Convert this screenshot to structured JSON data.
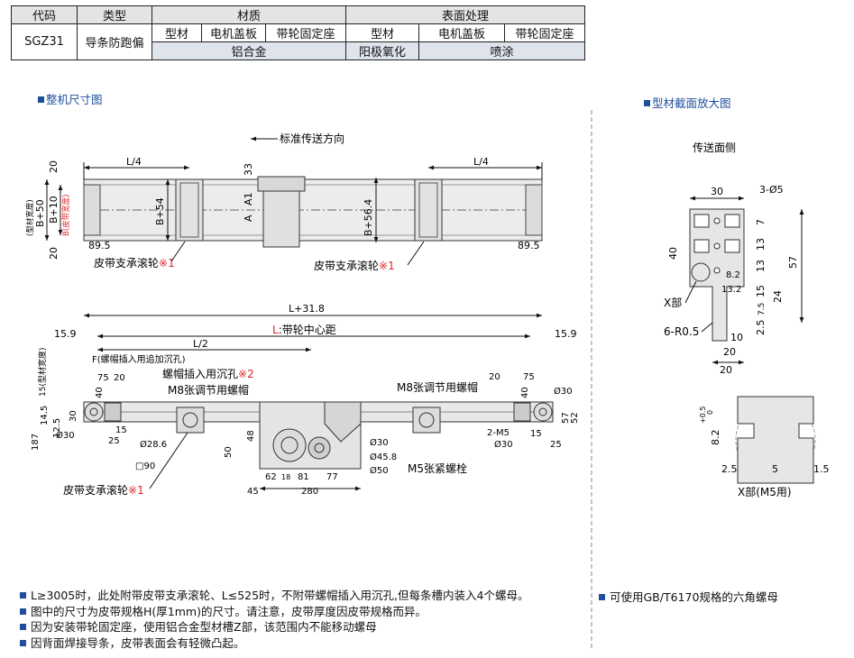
{
  "spec_table": {
    "headers": {
      "code": "代码",
      "type": "类型",
      "material": "材质",
      "surface": "表面处理"
    },
    "subheaders": {
      "profile": "型材",
      "motor_cover": "电机盖板",
      "pulley_seat": "带轮固定座",
      "profile_s": "型材",
      "motor_cover_s": "电机盖板",
      "pulley_seat_s": "带轮固定座"
    },
    "values": {
      "code": "SGZ31",
      "type": "导条防跑偏",
      "material": "铝合金",
      "profile_surface": "阳极氧化",
      "other_surface": "喷涂"
    }
  },
  "sections": {
    "overall": "整机尺寸图",
    "profile_section": "型材截面放大图"
  },
  "top_view": {
    "direction": "标准传送方向",
    "dims": [
      "20",
      "B+50",
      "B+10",
      "20",
      "L/4",
      "33",
      "A",
      "A1",
      "B+54",
      "B+56.4",
      "89.5",
      "89.5",
      "L/4"
    ],
    "side_labels": [
      "(型材宽度)",
      "B(皮带宽度)"
    ],
    "callout1": "皮带支承滚轮",
    "callout2": "皮带支承滚轮",
    "mark": "※1"
  },
  "front_view": {
    "overall": "L+31.8",
    "center": "L:带轮中心距",
    "center_L": "L",
    "center_rest": ":带轮中心距",
    "half": "L/2",
    "edge_left": "15.9",
    "edge_right": "15.9",
    "insert_hole": "F(螺帽插入用追加沉孔)",
    "nut_hole": "螺帽插入用沉孔",
    "nut_mark": "※2",
    "m8_left": "M8张调节用螺帽",
    "m8_right": "M8张调节用螺帽",
    "vert_label": "15(型材宽度)",
    "dims": [
      "75",
      "20",
      "40",
      "30",
      "14.5",
      "12.5",
      "187",
      "Ø30",
      "25",
      "15",
      "Ø28.6",
      "50",
      "48",
      "62",
      "18",
      "81",
      "77",
      "45",
      "280",
      "20",
      "75",
      "40",
      "Ø30",
      "57",
      "52",
      "2-M5",
      "Ø30",
      "15",
      "25",
      "Ø30",
      "Ø45.8",
      "Ø50",
      "90"
    ],
    "m5": "M5张紧螺栓",
    "callout": "皮带支承滚轮",
    "mark": "※1"
  },
  "section_view": {
    "feed_side": "传送面侧",
    "dims": [
      "30",
      "3-Ø5",
      "7",
      "13",
      "13",
      "40",
      "57",
      "8.2",
      "13.2",
      "15",
      "24",
      "7.5",
      "2.5",
      "10",
      "20",
      "20"
    ],
    "x_part": "X部",
    "radius": "6-R0.5"
  },
  "detail_view": {
    "dims": [
      "8.2",
      "+0.5",
      "0",
      "2.5",
      "5",
      "1.5"
    ],
    "caption": "X部(M5用)"
  },
  "notes": [
    "L≥3005时，此处附带皮带支承滚轮、L≤525时，不附带螺帽插入用沉孔,但每条槽内装入4个螺母。",
    "图中的尺寸为皮带规格H(厚1mm)的尺寸。请注意，皮带厚度因皮带规格而异。",
    "因为安装带轮固定座，使用铝合金型材槽Z部，该范围内不能移动螺母",
    "因背面焊接导条，皮带表面会有轻微凸起。"
  ],
  "note_right": "可使用GB/T6170规格的六角螺母",
  "colors": {
    "accent": "#1f4e9a",
    "red": "#e2232a",
    "header_bg": "#e4e4e4",
    "value_bg": "#dfe3ec",
    "part_fill": "#e6e6e6"
  }
}
